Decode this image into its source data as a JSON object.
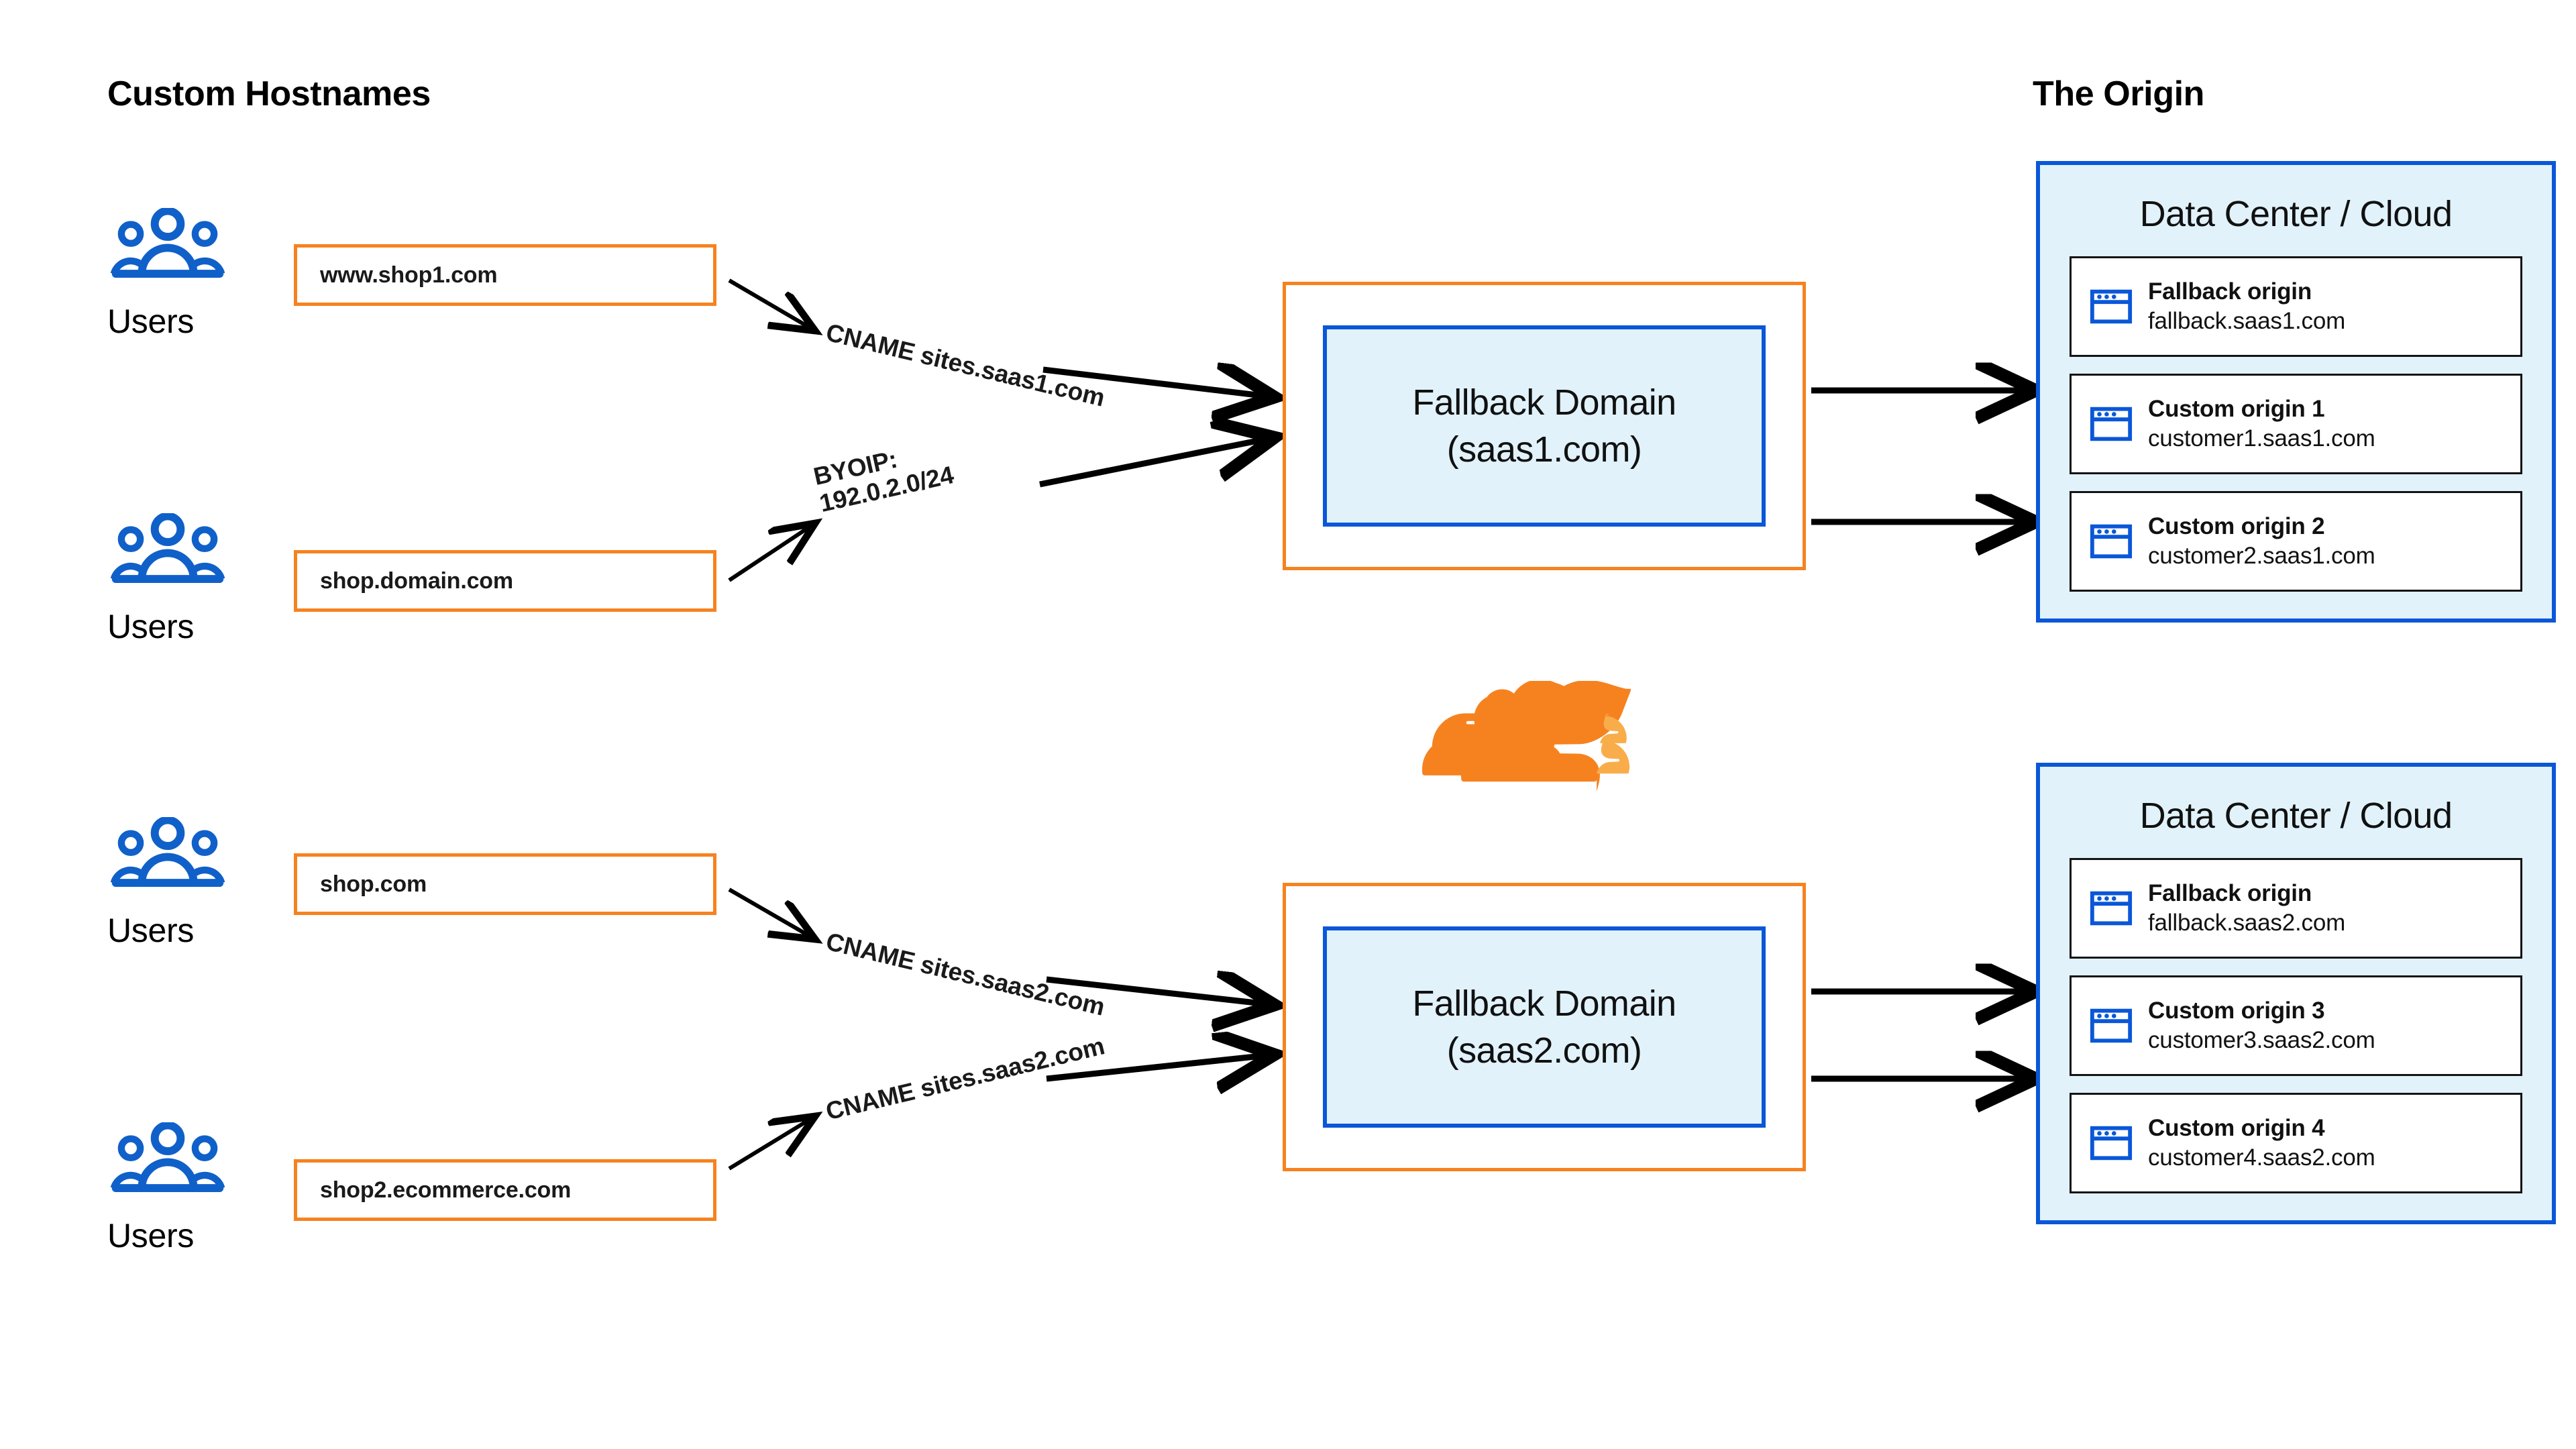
{
  "headings": {
    "left": "Custom Hostnames",
    "right": "The Origin"
  },
  "colors": {
    "orange": "#f6821f",
    "orange_light": "#f9ad4a",
    "blue": "#0a57d8",
    "blue_fill": "#e1f2fb",
    "icon_blue": "#1060c9",
    "text": "#111111",
    "arrow": "#000000"
  },
  "users_groups": [
    {
      "icon": "users-icon",
      "label": "Users"
    },
    {
      "icon": "users-icon",
      "label": "Users"
    },
    {
      "icon": "users-icon",
      "label": "Users"
    },
    {
      "icon": "users-icon",
      "label": "Users"
    }
  ],
  "custom_hostnames": [
    {
      "value": "www.shop1.com"
    },
    {
      "value": "shop.domain.com"
    },
    {
      "value": "shop.com"
    },
    {
      "value": "shop2.ecommerce.com"
    }
  ],
  "connectors": [
    {
      "id": "conn-1",
      "lines": [
        "CNAME sites.saas1.com"
      ]
    },
    {
      "id": "conn-2",
      "lines": [
        "BYOIP:",
        "192.0.2.0/24"
      ]
    },
    {
      "id": "conn-3",
      "lines": [
        "CNAME sites.saas2.com"
      ]
    },
    {
      "id": "conn-4",
      "lines": [
        "CNAME sites.saas2.com"
      ]
    }
  ],
  "fallback_domains": [
    {
      "title": "Fallback Domain",
      "domain": "(saas1.com)"
    },
    {
      "title": "Fallback Domain",
      "domain": "(saas2.com)"
    }
  ],
  "cloudflare_logo": {
    "name": "cloudflare-cloud-logo"
  },
  "data_centers": [
    {
      "title": "Data Center / Cloud",
      "origins": [
        {
          "icon": "browser-window-icon",
          "title": "Fallback origin",
          "host": "fallback.saas1.com"
        },
        {
          "icon": "browser-window-icon",
          "title": "Custom origin 1",
          "host": "customer1.saas1.com"
        },
        {
          "icon": "browser-window-icon",
          "title": "Custom origin 2",
          "host": "customer2.saas1.com"
        }
      ]
    },
    {
      "title": "Data Center / Cloud",
      "origins": [
        {
          "icon": "browser-window-icon",
          "title": "Fallback origin",
          "host": "fallback.saas2.com"
        },
        {
          "icon": "browser-window-icon",
          "title": "Custom origin 3",
          "host": "customer3.saas2.com"
        },
        {
          "icon": "browser-window-icon",
          "title": "Custom origin 4",
          "host": "customer4.saas2.com"
        }
      ]
    }
  ]
}
